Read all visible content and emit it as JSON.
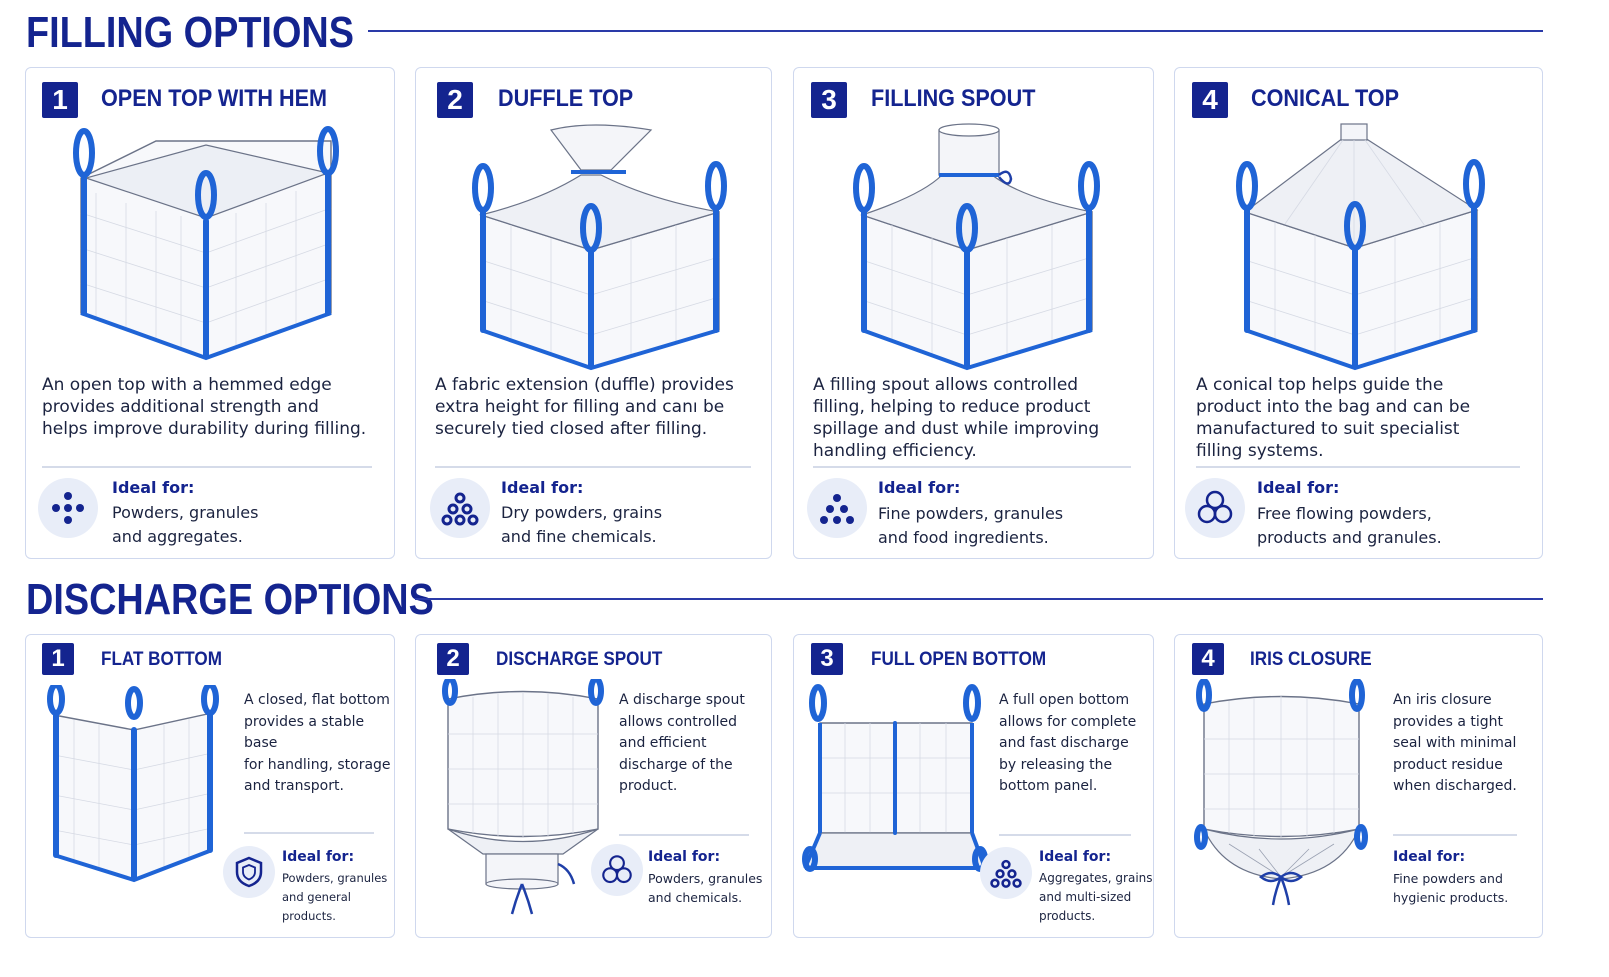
{
  "filling": {
    "title": "FILLING OPTIONS",
    "cards": [
      {
        "number": "1",
        "title": "OPEN TOP WITH HEM",
        "description": [
          "An open top with a hemmed edge",
          "provides additional strength and",
          "helps improve durability during filling."
        ],
        "ideal_label": "Ideal for:",
        "ideal_text": [
          "Powders, granules",
          "and aggregates."
        ],
        "icon": "granules-dots-icon"
      },
      {
        "number": "2",
        "title": "DUFFLE TOP",
        "description": [
          "A fabric extension (duffle) provides",
          "extra height for filling and canı be",
          "securely tied closed after filling."
        ],
        "ideal_label": "Ideal for:",
        "ideal_text": [
          "Dry powders, grains",
          "and fine chemicals."
        ],
        "icon": "grain-pile-icon"
      },
      {
        "number": "3",
        "title": "FILLING SPOUT",
        "description": [
          "A filling spout allows controlled",
          "filling, helping to reduce product",
          "spillage and dust while improving",
          "handling efficiency."
        ],
        "ideal_label": "Ideal for:",
        "ideal_text": [
          "Fine powders, granules",
          "and food ingredients."
        ],
        "icon": "grain-pile-icon"
      },
      {
        "number": "4",
        "title": "CONICAL TOP",
        "description": [
          "A conical top helps guide the",
          "product into the bag and can be",
          "manufactured to suit specialist",
          "filling systems."
        ],
        "ideal_label": "Ideal for:",
        "ideal_text": [
          "Free flowing powders,",
          "products and granules."
        ],
        "icon": "circles-icon"
      }
    ]
  },
  "discharge": {
    "title": "DISCHARGE OPTIONS",
    "cards": [
      {
        "number": "1",
        "title": "FLAT BOTTOM",
        "description": [
          "A closed, flat bottom",
          "provides a stable base",
          "for handling, storage",
          "and transport."
        ],
        "ideal_label": "Ideal for:",
        "ideal_text": [
          "Powders, granules",
          "and general products."
        ],
        "icon": "shield-icon"
      },
      {
        "number": "2",
        "title": "DISCHARGE SPOUT",
        "description": [
          "A discharge spout",
          "allows controlled",
          "and efficient",
          "discharge of the",
          "product."
        ],
        "ideal_label": "Ideal for:",
        "ideal_text": [
          "Powders, granules",
          "and chemicals."
        ],
        "icon": "circles-icon"
      },
      {
        "number": "3",
        "title": "FULL OPEN BOTTOM",
        "description": [
          "A full open bottom",
          "allows for complete",
          "and fast discharge",
          "by releasing the",
          "bottom panel."
        ],
        "ideal_label": "Ideal for:",
        "ideal_text": [
          "Aggregates, grains",
          "and multi-sized",
          "products."
        ],
        "icon": "mixed-pile-icon"
      },
      {
        "number": "4",
        "title": "IRIS CLOSURE",
        "description": [
          "An iris closure",
          "provides a tight",
          "seal with minimal",
          "product residue",
          "when discharged."
        ],
        "ideal_label": "Ideal for:",
        "ideal_text": [
          "Fine powders and",
          "hygienic products."
        ],
        "icon": "none"
      }
    ]
  },
  "colors": {
    "accent": "#14248f",
    "strap": "#1f64d6",
    "card_border": "#cfd8ee",
    "icon_bg": "#e8edf8"
  }
}
